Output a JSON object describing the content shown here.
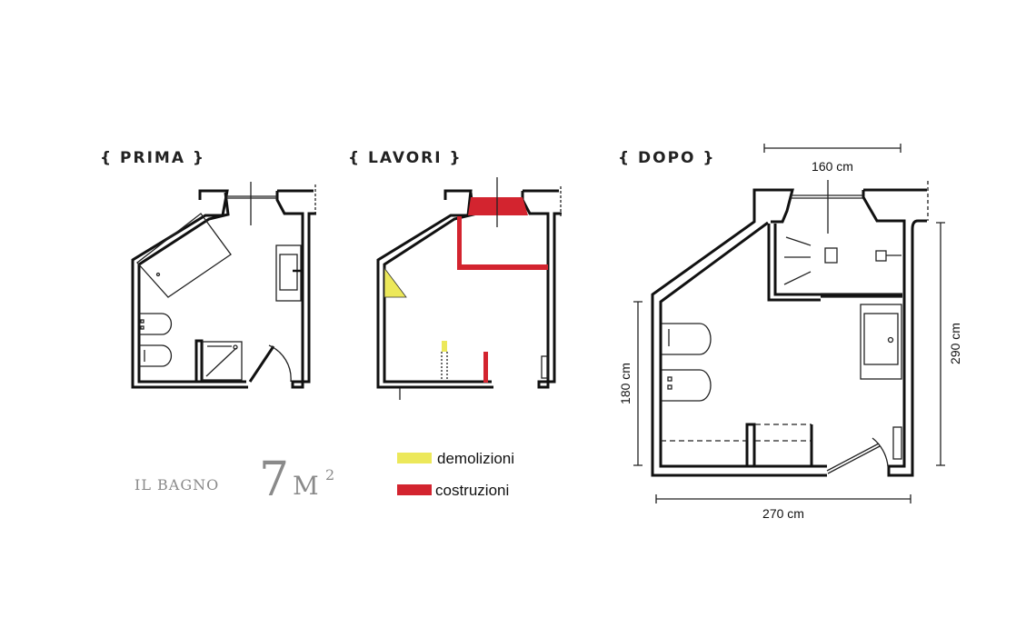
{
  "titles": {
    "before": "{ PRIMA }",
    "works": "{ LAVORI }",
    "after": "{ DOPO }"
  },
  "dimensions": {
    "top": "160 cm",
    "right": "290 cm",
    "left": "180 cm",
    "bottom": "270 cm"
  },
  "legend": [
    {
      "label": "demolizioni",
      "color": "#ece85a"
    },
    {
      "label": "costruzioni",
      "color": "#d3242f"
    }
  ],
  "caption": {
    "room": "IL BAGNO",
    "area_number": "7",
    "area_unit": "M",
    "area_exp": "2"
  }
}
